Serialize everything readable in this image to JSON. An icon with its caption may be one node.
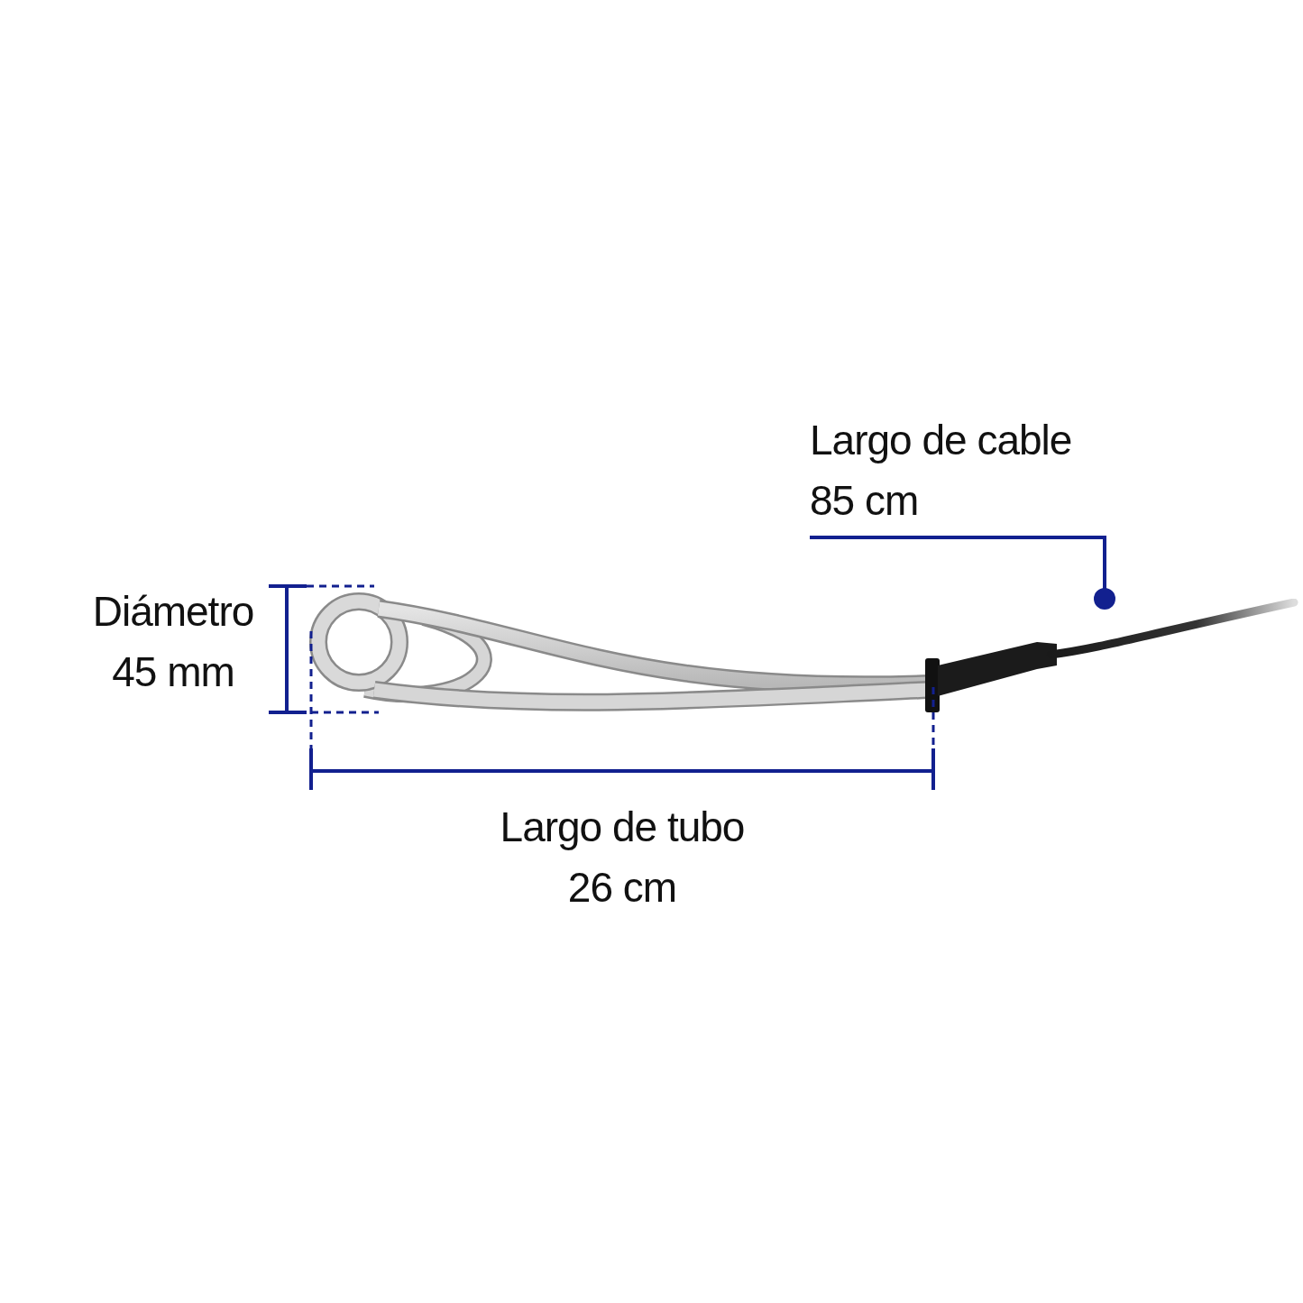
{
  "diagram": {
    "nodes": [
      {
        "text": [
          "Largo de cable 85 cm"
        ]
      },
      {
        "text": [],
        "shape": "picture"
      }
    ],
    "edges": [
      {
        "from": 0,
        "to": 1,
        "arrow": "other"
      }
    ],
    "labels": [
      "Diámetro 45 mm",
      "Largo de tubo 26 cm"
    ]
  }
}
